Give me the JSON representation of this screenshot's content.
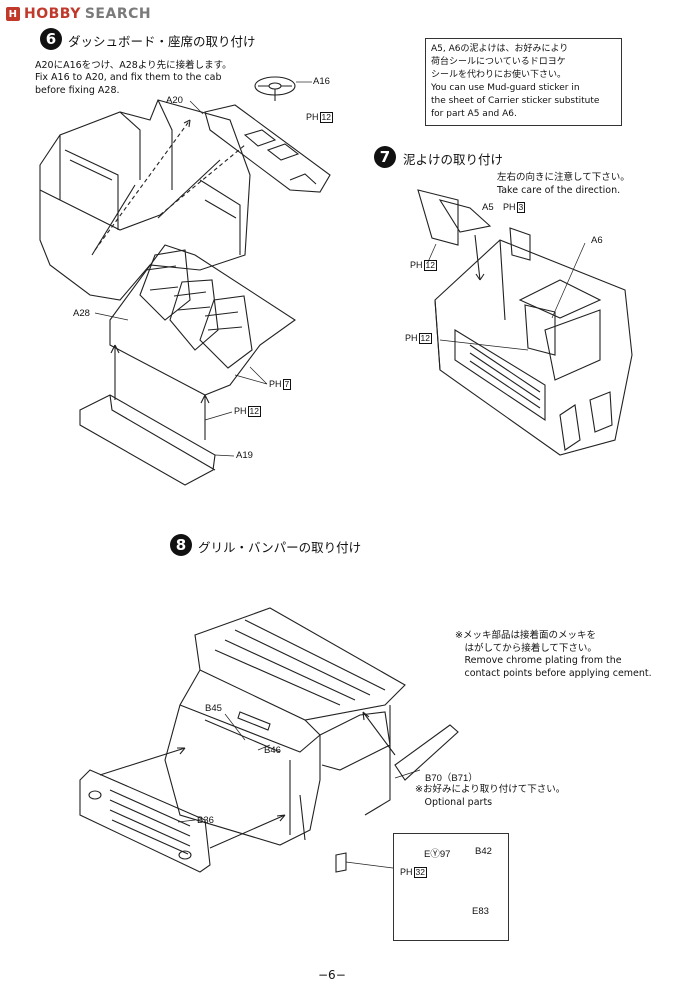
{
  "logo": {
    "mark": "H",
    "hobby": "HOBBY",
    "search": "SEARCH"
  },
  "step6": {
    "number": "6",
    "title": "ダッシュボード・座席の取り付け",
    "note_jp": "A20にA16をつけ、A28より先に接着します。",
    "note_en": "Fix A16 to A20, and fix them to the cab\nbefore fixing A28.",
    "labels": {
      "a16": "A16",
      "a20": "A20",
      "a28": "A28",
      "a19": "A19"
    },
    "ph": [
      {
        "prefix": "PH",
        "num": "12"
      },
      {
        "prefix": "PH",
        "num": "7"
      },
      {
        "prefix": "PH",
        "num": "12"
      }
    ]
  },
  "notebox": {
    "text": "A5, A6の泥よけは、お好みにより\n荷台シールについているドロヨケ\nシールを代わりにお使い下さい。\nYou can use Mud-guard sticker in\nthe sheet of Carrier sticker substitute\nfor part A5 and A6."
  },
  "step7": {
    "number": "7",
    "title": "泥よけの取り付け",
    "note": "左右の向きに注意して下さい。\nTake care of the direction.",
    "labels": {
      "a5": "A5",
      "a6": "A6"
    },
    "ph": [
      {
        "prefix": "PH",
        "num": "3"
      },
      {
        "prefix": "PH",
        "num": "12"
      },
      {
        "prefix": "PH",
        "num": "12"
      }
    ]
  },
  "step8": {
    "number": "8",
    "title": "グリル・バンパーの取り付け",
    "chrome_note": "※メッキ部品は接着面のメッキを\n　はがしてから接着して下さい。\n　Remove chrome plating from the\n　contact points before applying cement.",
    "optional_note": "※お好みにより取り付けて下さい。\n　Optional parts",
    "labels": {
      "b45": "B45",
      "b46": "B46",
      "b36": "B36",
      "b70": "B70（B71）",
      "e97": "EⓎ97",
      "b42": "B42",
      "e83": "E83"
    },
    "ph": [
      {
        "prefix": "PH",
        "num": "32"
      }
    ]
  },
  "page": {
    "number": "−6−"
  }
}
